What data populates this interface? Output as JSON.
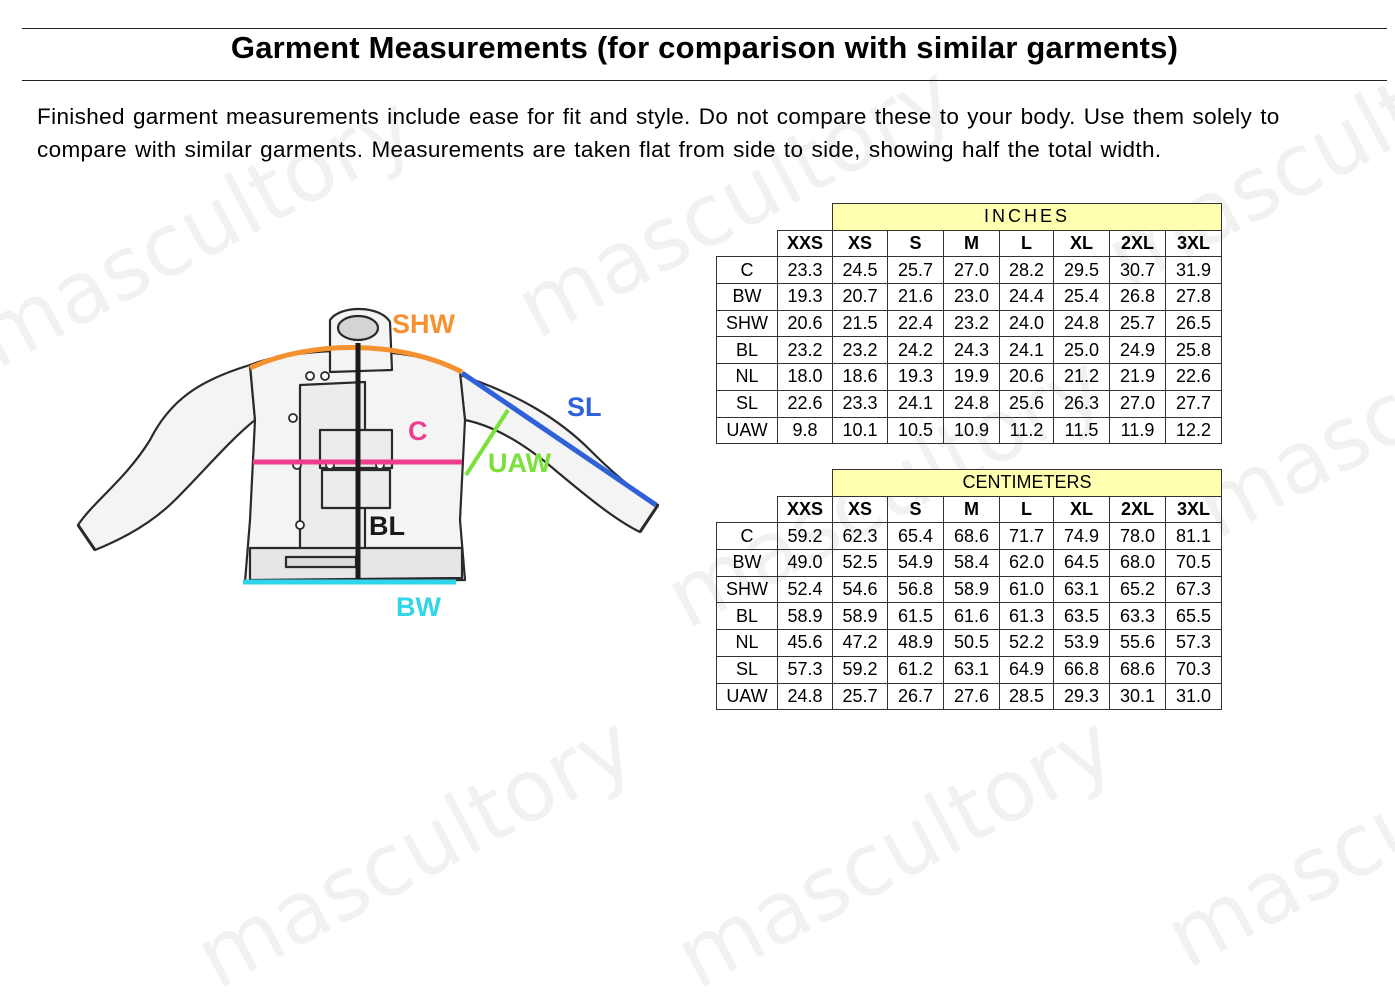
{
  "title": "Garment Measurements (for comparison with similar garments)",
  "intro": "Finished garment measurements include ease for fit and style. Do not compare these to your body. Use them solely to compare with similar garments. Measurements are taken flat from side to side, showing half the total width.",
  "watermark": "mascultory",
  "diagram": {
    "labels": {
      "shw": "SHW",
      "sl": "SL",
      "c": "C",
      "uaw": "UAW",
      "bl": "BL",
      "bw": "BW"
    },
    "colors": {
      "shw": "#f5922f",
      "sl": "#2f62d8",
      "c": "#ee3d8e",
      "uaw": "#7be03a",
      "bl": "#1a1a1a",
      "bw": "#2fd6ea"
    }
  },
  "sizes": [
    "XXS",
    "XS",
    "S",
    "M",
    "L",
    "XL",
    "2XL",
    "3XL"
  ],
  "inches": {
    "unit_label": "INCHES",
    "rows": [
      {
        "label": "C",
        "values": [
          "23.3",
          "24.5",
          "25.7",
          "27.0",
          "28.2",
          "29.5",
          "30.7",
          "31.9"
        ]
      },
      {
        "label": "BW",
        "values": [
          "19.3",
          "20.7",
          "21.6",
          "23.0",
          "24.4",
          "25.4",
          "26.8",
          "27.8"
        ]
      },
      {
        "label": "SHW",
        "values": [
          "20.6",
          "21.5",
          "22.4",
          "23.2",
          "24.0",
          "24.8",
          "25.7",
          "26.5"
        ]
      },
      {
        "label": "BL",
        "values": [
          "23.2",
          "23.2",
          "24.2",
          "24.3",
          "24.1",
          "25.0",
          "24.9",
          "25.8"
        ]
      },
      {
        "label": "NL",
        "values": [
          "18.0",
          "18.6",
          "19.3",
          "19.9",
          "20.6",
          "21.2",
          "21.9",
          "22.6"
        ]
      },
      {
        "label": "SL",
        "values": [
          "22.6",
          "23.3",
          "24.1",
          "24.8",
          "25.6",
          "26.3",
          "27.0",
          "27.7"
        ]
      },
      {
        "label": "UAW",
        "values": [
          "9.8",
          "10.1",
          "10.5",
          "10.9",
          "11.2",
          "11.5",
          "11.9",
          "12.2"
        ]
      }
    ]
  },
  "centimeters": {
    "unit_label": "CENTIMETERS",
    "rows": [
      {
        "label": "C",
        "values": [
          "59.2",
          "62.3",
          "65.4",
          "68.6",
          "71.7",
          "74.9",
          "78.0",
          "81.1"
        ]
      },
      {
        "label": "BW",
        "values": [
          "49.0",
          "52.5",
          "54.9",
          "58.4",
          "62.0",
          "64.5",
          "68.0",
          "70.5"
        ]
      },
      {
        "label": "SHW",
        "values": [
          "52.4",
          "54.6",
          "56.8",
          "58.9",
          "61.0",
          "63.1",
          "65.2",
          "67.3"
        ]
      },
      {
        "label": "BL",
        "values": [
          "58.9",
          "58.9",
          "61.5",
          "61.6",
          "61.3",
          "63.5",
          "63.3",
          "65.5"
        ]
      },
      {
        "label": "NL",
        "values": [
          "45.6",
          "47.2",
          "48.9",
          "50.5",
          "52.2",
          "53.9",
          "55.6",
          "57.3"
        ]
      },
      {
        "label": "SL",
        "values": [
          "57.3",
          "59.2",
          "61.2",
          "63.1",
          "64.9",
          "66.8",
          "68.6",
          "70.3"
        ]
      },
      {
        "label": "UAW",
        "values": [
          "24.8",
          "25.7",
          "26.7",
          "27.6",
          "28.5",
          "29.3",
          "30.1",
          "31.0"
        ]
      }
    ]
  }
}
